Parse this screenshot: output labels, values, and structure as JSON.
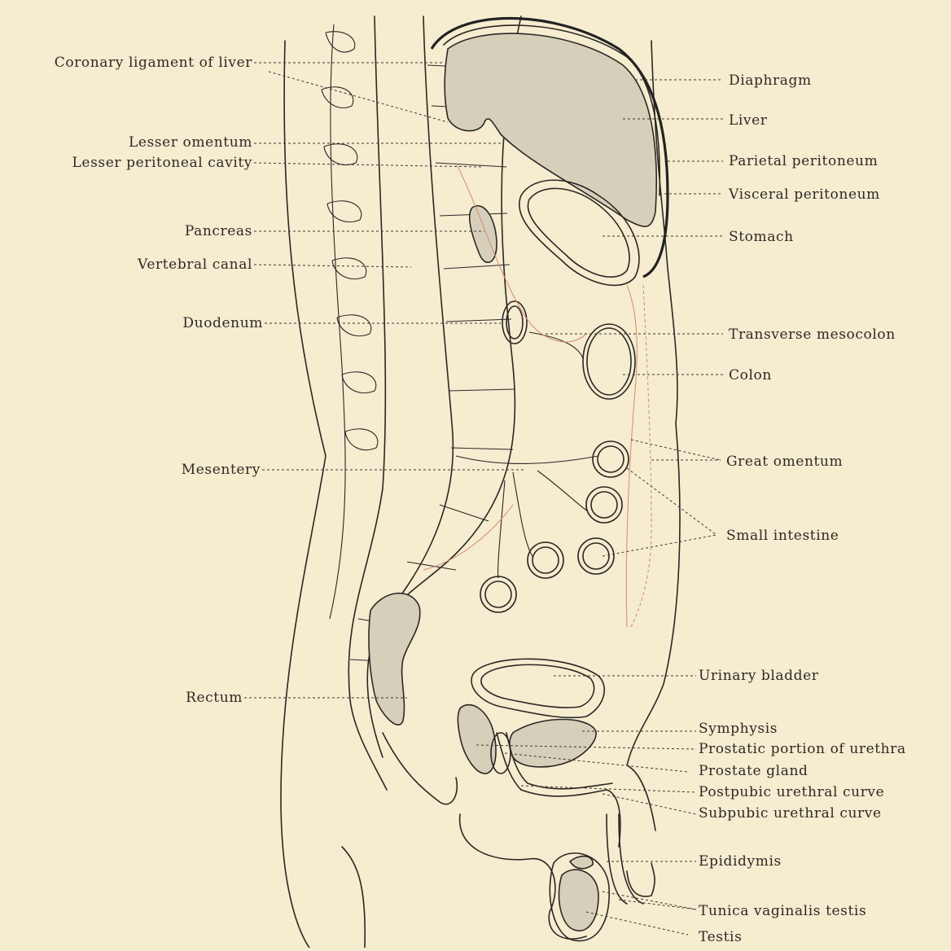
{
  "labels": {
    "coronary": "Coronary ligament of liver",
    "lesser_omentum": "Lesser omentum",
    "lesser_cavity": "Lesser peritoneal cavity",
    "pancreas": "Pancreas",
    "vertebral_canal": "Vertebral canal",
    "duodenum": "Duodenum",
    "mesentery": "Mesentery",
    "rectum": "Rectum",
    "diaphragm": "Diaphragm",
    "liver": "Liver",
    "parietal": "Parietal peritoneum",
    "visceral": "Visceral peritoneum",
    "stomach": "Stomach",
    "transverse_mesocolon": "Transverse mesocolon",
    "colon": "Colon",
    "great_omentum": "Great omentum",
    "small_intestine": "Small intestine",
    "urinary_bladder": "Urinary bladder",
    "symphysis": "Symphysis",
    "prostatic_urethra": "Prostatic portion of urethra",
    "prostate": "Prostate gland",
    "postpubic": "Postpubic urethral curve",
    "subpubic": "Subpubic urethral curve",
    "epididymis": "Epididymis",
    "tunica": "Tunica vaginalis testis",
    "testis": "Testis"
  },
  "colors": {
    "paper": "#f6ecd0",
    "ink": "#2a2824",
    "organ_fill": "#d6d0bb",
    "peritoneum_line": "#d08b74"
  }
}
